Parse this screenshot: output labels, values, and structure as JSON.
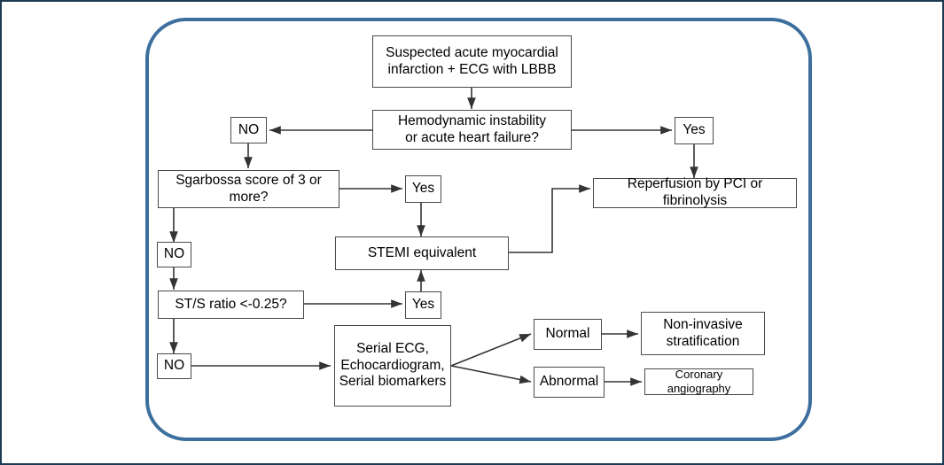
{
  "figure": {
    "type": "flowchart",
    "subject": "Diagnostic algorithm for suspected acute myocardial infarction with LBBB on ECG",
    "frame_color": "#3d6f9e",
    "border_color": "#1c3c53",
    "node_border_color": "#4a4a4a",
    "connector_color": "#333333"
  },
  "nodes": {
    "suspected_ami": "Suspected acute myocardial\ninfarction + ECG with LBBB",
    "hemodynamic": "Hemodynamic instability\nor acute heart failure?",
    "no_1": "NO",
    "yes_top_right": "Yes",
    "sgarbossa": "Sgarbossa score of 3 or\nmore?",
    "yes_sgarbossa": "Yes",
    "reperfusion": "Reperfusion by PCI or fibrinolysis",
    "no_2": "NO",
    "stemi_equivalent": "STEMI equivalent",
    "st_s_ratio": "ST/S ratio <-0.25?",
    "yes_stsratio": "Yes",
    "no_3": "NO",
    "serial_tests": "Serial ECG,\nEchocardiogram,\nSerial biomarkers",
    "normal": "Normal",
    "abnormal": "Abnormal",
    "non_invasive": "Non-invasive\nstratification",
    "coronary_angiography": "Coronary angiography"
  },
  "edges": [
    {
      "from": "suspected_ami",
      "to": "hemodynamic",
      "label": ""
    },
    {
      "from": "hemodynamic",
      "to": "no_1",
      "label": ""
    },
    {
      "from": "hemodynamic",
      "to": "yes_top_right",
      "label": ""
    },
    {
      "from": "no_1",
      "to": "sgarbossa",
      "label": ""
    },
    {
      "from": "yes_top_right",
      "to": "reperfusion",
      "label": ""
    },
    {
      "from": "sgarbossa",
      "to": "yes_sgarbossa",
      "label": ""
    },
    {
      "from": "sgarbossa",
      "to": "no_2",
      "label": ""
    },
    {
      "from": "yes_sgarbossa",
      "to": "stemi_equivalent",
      "label": ""
    },
    {
      "from": "stemi_equivalent",
      "to": "reperfusion",
      "label": ""
    },
    {
      "from": "no_2",
      "to": "st_s_ratio",
      "label": ""
    },
    {
      "from": "st_s_ratio",
      "to": "yes_stsratio",
      "label": ""
    },
    {
      "from": "yes_stsratio",
      "to": "stemi_equivalent",
      "label": ""
    },
    {
      "from": "st_s_ratio",
      "to": "no_3",
      "label": ""
    },
    {
      "from": "no_3",
      "to": "serial_tests",
      "label": ""
    },
    {
      "from": "serial_tests",
      "to": "normal",
      "label": ""
    },
    {
      "from": "serial_tests",
      "to": "abnormal",
      "label": ""
    },
    {
      "from": "normal",
      "to": "non_invasive",
      "label": ""
    },
    {
      "from": "abnormal",
      "to": "coronary_angiography",
      "label": ""
    }
  ]
}
